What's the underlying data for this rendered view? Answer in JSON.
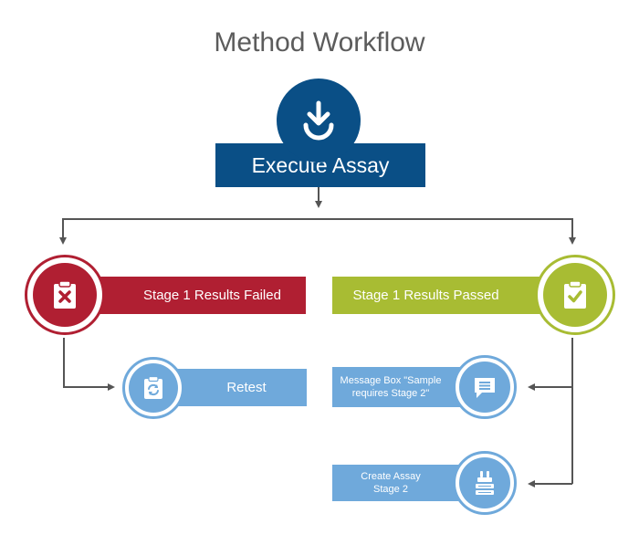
{
  "title": "Method Workflow",
  "colors": {
    "navy": "#0a4f86",
    "red": "#b01f32",
    "green": "#a8bc33",
    "blue": "#6fa9db",
    "connector": "#555555",
    "title_text": "#5c5c5c"
  },
  "nodes": {
    "execute": {
      "label": "Execute Assay",
      "icon": "download-arrow-icon"
    },
    "failed": {
      "label": "Stage 1 Results Failed",
      "icon": "clipboard-x-icon"
    },
    "passed": {
      "label": "Stage 1 Results Passed",
      "icon": "clipboard-check-icon"
    },
    "retest": {
      "label": "Retest",
      "icon": "clipboard-refresh-icon"
    },
    "message": {
      "label": "Message Box \"Sample\nrequires Stage 2\"",
      "icon": "message-box-icon"
    },
    "create": {
      "label": "Create Assay\nStage 2",
      "icon": "stacked-samples-icon"
    }
  }
}
